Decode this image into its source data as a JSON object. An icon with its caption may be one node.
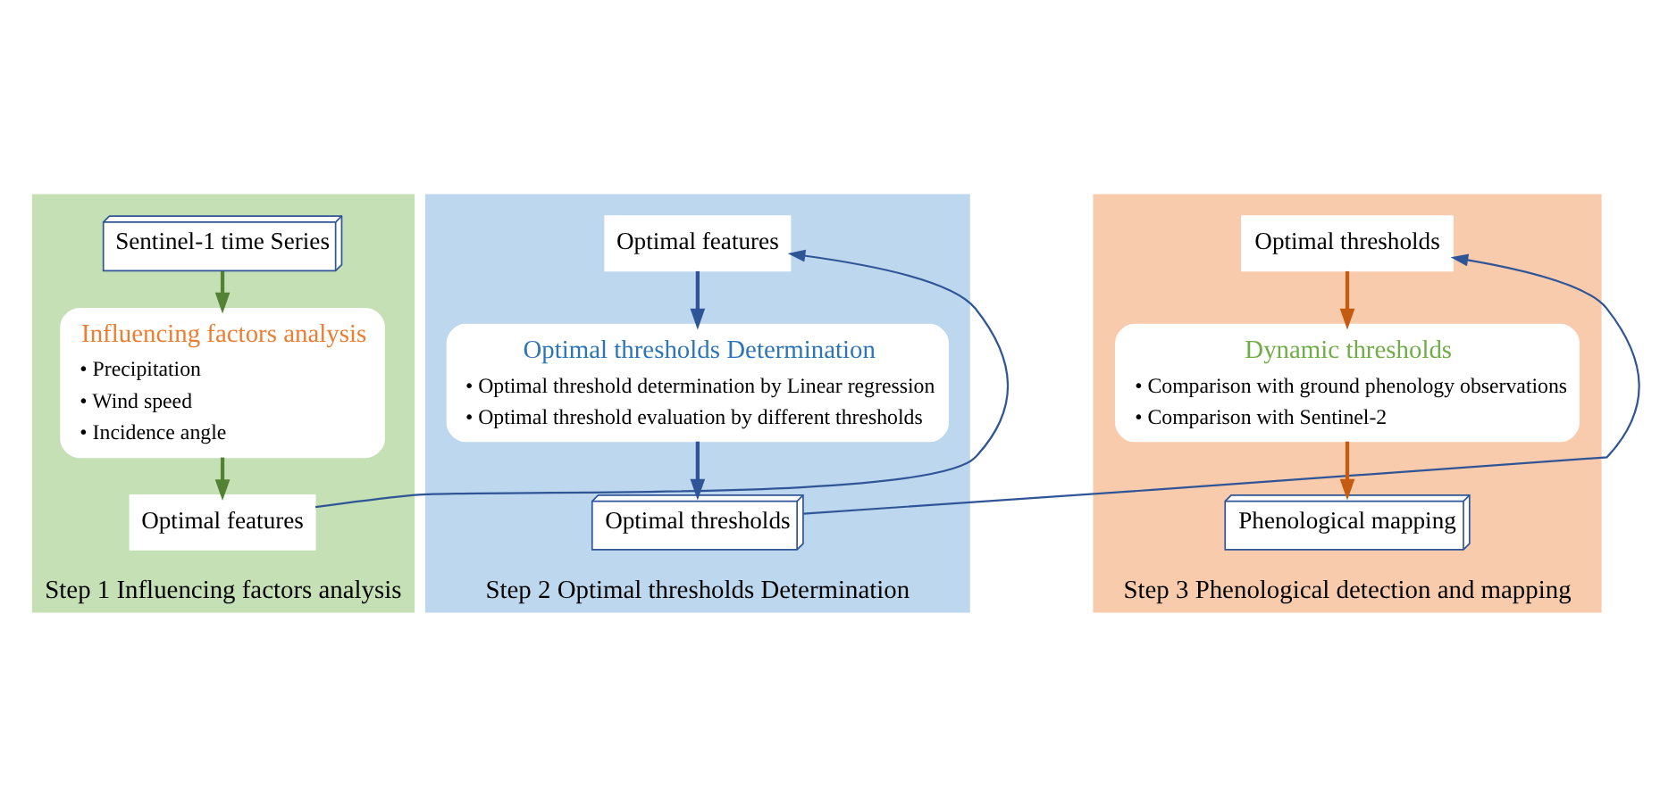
{
  "diagram": {
    "nodes": [
      {
        "text": [
          "Step 1 Influencing factors analysis"
        ]
      },
      {
        "text": [
          "Sentinel-1 time Series"
        ],
        "in": 0
      },
      {
        "text": [
          "Influencing factors analysis",
          "• Precipitation",
          "• Wind speed",
          "• Incidence angle"
        ],
        "in": 0
      },
      {
        "text": [
          "Optimal features"
        ],
        "in": 0
      },
      {
        "text": [
          "Step 2 Optimal thresholds Determination"
        ]
      },
      {
        "text": [
          "Optimal features"
        ],
        "in": 4
      },
      {
        "text": [
          "Optimal thresholds Determination",
          "• Optimal threshold determination by Linear regression",
          "• Optimal threshold evaluation by different thresholds"
        ],
        "in": 4
      },
      {
        "text": [
          "Optimal thresholds"
        ],
        "in": 4
      },
      {
        "text": [
          "Step 3 Phenological detection and mapping"
        ]
      },
      {
        "text": [
          "Optimal thresholds"
        ],
        "in": 8
      },
      {
        "text": [
          "Dynamic thresholds",
          "• Comparison with ground phenology observations",
          "• Comparison with Sentinel-2"
        ],
        "in": 8
      },
      {
        "text": [
          "Phenological mapping"
        ],
        "in": 8
      }
    ],
    "edges": [
      {
        "from": 1,
        "to": 2,
        "arrow": "to",
        "color": "#548235"
      },
      {
        "from": 2,
        "to": 3,
        "arrow": "to",
        "color": "#548235"
      },
      {
        "from": 3,
        "to": 5,
        "arrow": "to"
      },
      {
        "from": 5,
        "to": 6,
        "arrow": "to"
      },
      {
        "from": 6,
        "to": 7,
        "arrow": "to"
      },
      {
        "from": 7,
        "to": 9,
        "arrow": "to"
      },
      {
        "from": 9,
        "to": 10,
        "arrow": "to",
        "color": "#c55a11"
      },
      {
        "from": 10,
        "to": 11,
        "arrow": "to",
        "color": "#c55a11"
      }
    ]
  }
}
